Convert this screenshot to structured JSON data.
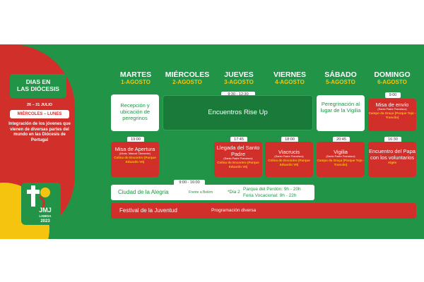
{
  "header": {
    "title_line1": "DIAS EN",
    "title_line2": "LAS DIÓCESIS",
    "dates": "26 – 31 JULIO",
    "days_range": "MIÉRCOLES – LUNES",
    "description": "Integración de los jóvenes que vienen de diversas partes del mundo en las Diócesis de Portugal",
    "logo_text_top": "JMJ",
    "logo_text_mid": "LISBOA",
    "logo_text_year": "2023"
  },
  "days": [
    {
      "name": "MARTES",
      "date": "1-AGOSTO"
    },
    {
      "name": "MIÉRCOLES",
      "date": "2-AGOSTO"
    },
    {
      "name": "JUEVES",
      "date": "3-AGOSTO"
    },
    {
      "name": "VIERNES",
      "date": "4-AGOSTO"
    },
    {
      "name": "SÁBADO",
      "date": "5-AGOSTO"
    },
    {
      "name": "DOMINGO",
      "date": "6-AGOSTO"
    }
  ],
  "row1": {
    "recepcion": "Recepción y ubicación de peregrinos",
    "rise_up_time": "9:30 - 12:30",
    "rise_up": "Encuentros Rise Up",
    "peregrinacion": "Peregrinación al lugar de la Vigilia",
    "misa_envio_time": "9:00",
    "misa_envio": "Misa de envío",
    "misa_envio_by": "(Santo Padre Francisco)",
    "misa_envio_loc": "Campo da Graça (Parque Tejo - Trancão)"
  },
  "row2": {
    "apertura_time": "19:00",
    "apertura": "Misa de Apertura",
    "apertura_by": "(Mons. Manuel Clemente)",
    "apertura_loc": "Colina do Encontro (Parque Eduardo VII)",
    "llegada_time": "17:45",
    "llegada": "Llegada del Santo Padre",
    "llegada_by": "(Santo Padre Francisco)",
    "llegada_loc": "Colina do Encontro (Parque Eduardo VII)",
    "viacrucis_time": "18:00",
    "viacrucis": "Viacrucis",
    "viacrucis_by": "(Santo Padre Francisco)",
    "viacrucis_loc": "Colina do Encontro (Parque Eduardo VII)",
    "vigilia_time": "20:45",
    "vigilia": "Vigilia",
    "vigilia_by": "(Santo Padre Francisco)",
    "vigilia_loc": "Campo da Graça (Parque Tejo - Trancão)",
    "voluntarios_time": "16:30",
    "voluntarios": "Encuentro del Papa con los voluntarios",
    "voluntarios_loc": "Algés"
  },
  "row3": {
    "time": "9:00 - 16:00",
    "ciudad": "Ciudad de la Alegria",
    "frente": "Frente a Belém",
    "dia2": "*Dia 2",
    "perdon": "Parque del Perdón: 9h - 20h",
    "feria": "Feria Vocacional: 9h - 22h"
  },
  "row4": {
    "festival": "Festival de la Juventud",
    "programacion": "Programación diversa"
  },
  "colors": {
    "green": "#219447",
    "red": "#d12f2a",
    "yellow": "#f5c40e",
    "dark_green": "#1a7a3a"
  }
}
